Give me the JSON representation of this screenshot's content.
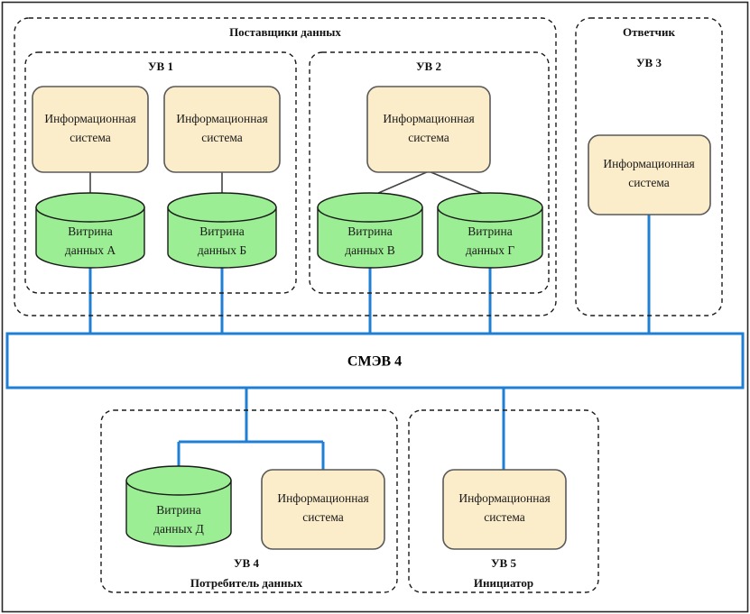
{
  "diagram": {
    "title_visible": false,
    "colors": {
      "information_system_fill": "#fbecca",
      "information_system_stroke": "#595959",
      "data_mart_fill": "#9bee93",
      "data_mart_stroke": "#1a1a1a",
      "link": "#1f7fd4",
      "internal_link": "#444444",
      "dashed_border": "#1b1b1b",
      "frame_border": "#262626"
    },
    "groups": {
      "providers": {
        "label": "Поставщики данных"
      },
      "responder": {
        "label": "Ответчик"
      },
      "uv1": {
        "label": "УВ 1"
      },
      "uv2": {
        "label": "УВ 2"
      },
      "uv3": {
        "label": "УВ 3"
      },
      "uv4": {
        "label": "УВ 4",
        "sublabel": "Потребитель данных"
      },
      "uv5": {
        "label": "УВ 5",
        "sublabel": "Инициатор"
      }
    },
    "bus": {
      "label": "СМЭВ 4"
    },
    "nodes": {
      "is_uv1_a": {
        "line1": "Информационная",
        "line2": "система"
      },
      "is_uv1_b": {
        "line1": "Информационная",
        "line2": "система"
      },
      "is_uv2": {
        "line1": "Информационная",
        "line2": "система"
      },
      "is_uv3": {
        "line1": "Информационная",
        "line2": "система"
      },
      "is_uv4": {
        "line1": "Информационная",
        "line2": "система"
      },
      "is_uv5": {
        "line1": "Информационная",
        "line2": "система"
      },
      "mart_a": {
        "line1": "Витрина",
        "line2": "данных А"
      },
      "mart_b": {
        "line1": "Витрина",
        "line2": "данных Б"
      },
      "mart_v": {
        "line1": "Витрина",
        "line2": "данных В"
      },
      "mart_g": {
        "line1": "Витрина",
        "line2": "данных Г"
      },
      "mart_d": {
        "line1": "Витрина",
        "line2": "данных Д"
      }
    }
  }
}
